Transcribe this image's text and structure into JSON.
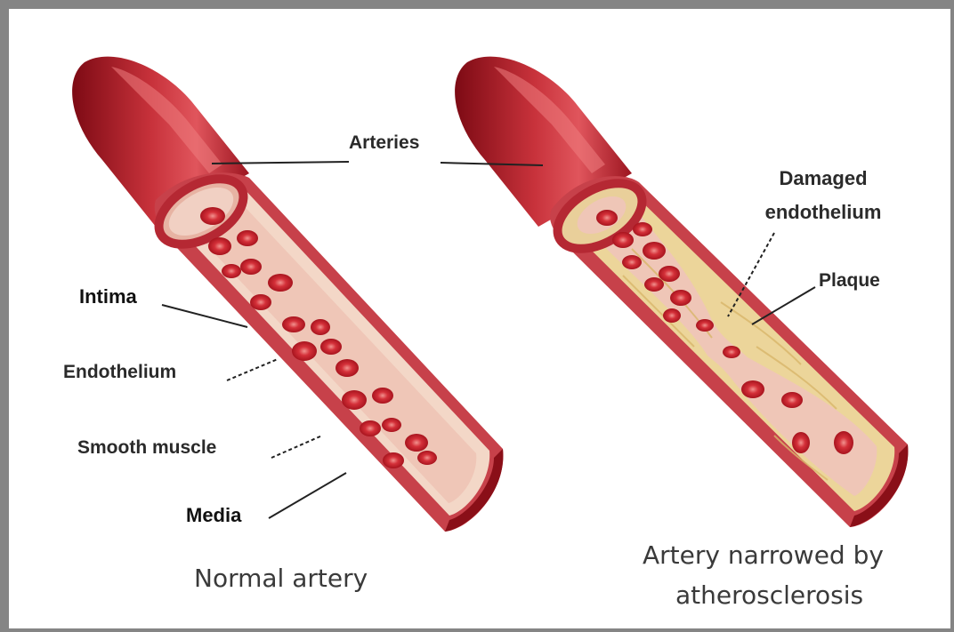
{
  "labels": {
    "arteries": "Arteries",
    "intima": "Intima",
    "endothelium": "Endothelium",
    "smooth_muscle": "Smooth muscle",
    "media": "Media",
    "damaged_endothelium_line1": "Damaged",
    "damaged_endothelium_line2": "endothelium",
    "plaque": "Plaque",
    "normal_caption": "Normal artery",
    "narrowed_caption_line1": "Artery narrowed by",
    "narrowed_caption_line2": "atherosclerosis"
  },
  "colors": {
    "vessel_wall": "#b8202b",
    "vessel_wall_dark": "#8a0f18",
    "lumen": "#f0cbbd",
    "intima_layer": "#f6e2d4",
    "red_cell": "#d42a33",
    "plaque": "#ecd59a",
    "frame_border": "#858585"
  }
}
